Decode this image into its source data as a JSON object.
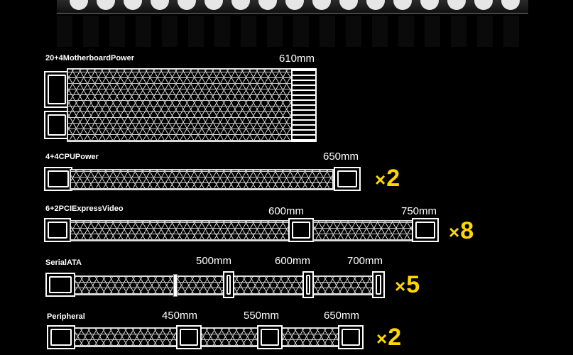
{
  "colors": {
    "background": "#000000",
    "multiplier": "#ffd700",
    "cable": "#dddddd"
  },
  "cables": [
    {
      "label": "20+4MotherboardPower",
      "lengths": [
        "610mm"
      ],
      "multiplier": ""
    },
    {
      "label": "4+4CPUPower",
      "lengths": [
        "650mm"
      ],
      "multiplier": "2"
    },
    {
      "label": "6+2PCIExpressVideo",
      "lengths": [
        "600mm",
        "750mm"
      ],
      "multiplier": "8"
    },
    {
      "label": "SerialATA",
      "lengths": [
        "500mm",
        "600mm",
        "700mm"
      ],
      "multiplier": "5"
    },
    {
      "label": "Peripheral",
      "lengths": [
        "450mm",
        "550mm",
        "650mm"
      ],
      "multiplier": "2"
    }
  ],
  "multiplier_symbol": "×"
}
